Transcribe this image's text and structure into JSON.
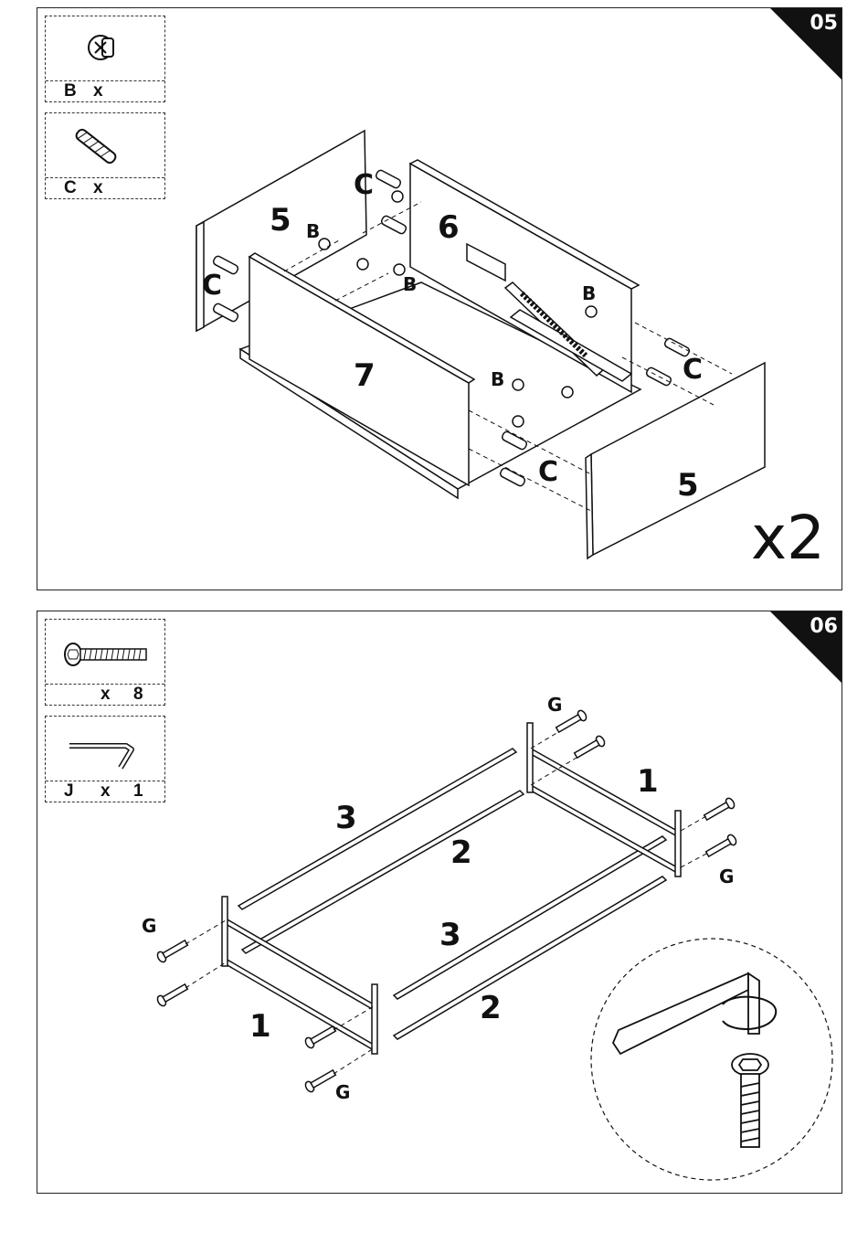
{
  "step05": {
    "number": "05",
    "multiplier": "x2",
    "parts": [
      {
        "letter": "B",
        "mult": "x",
        "count": "",
        "icon": "cam-lock-icon"
      },
      {
        "letter": "C",
        "mult": "x",
        "count": "",
        "icon": "wooden-dowel-icon"
      }
    ],
    "panel_labels": [
      "5",
      "6",
      "7",
      "5"
    ],
    "hardware_labels": {
      "c": "C",
      "b": "B"
    }
  },
  "step06": {
    "number": "06",
    "parts": [
      {
        "letter": "",
        "mult": "x",
        "count": "8",
        "icon": "hex-bolt-icon"
      },
      {
        "letter": "J",
        "mult": "x",
        "count": "1",
        "icon": "allen-key-icon"
      }
    ],
    "frame_labels": {
      "one": "1",
      "two": "2",
      "three": "3"
    },
    "screw_label": "G"
  }
}
